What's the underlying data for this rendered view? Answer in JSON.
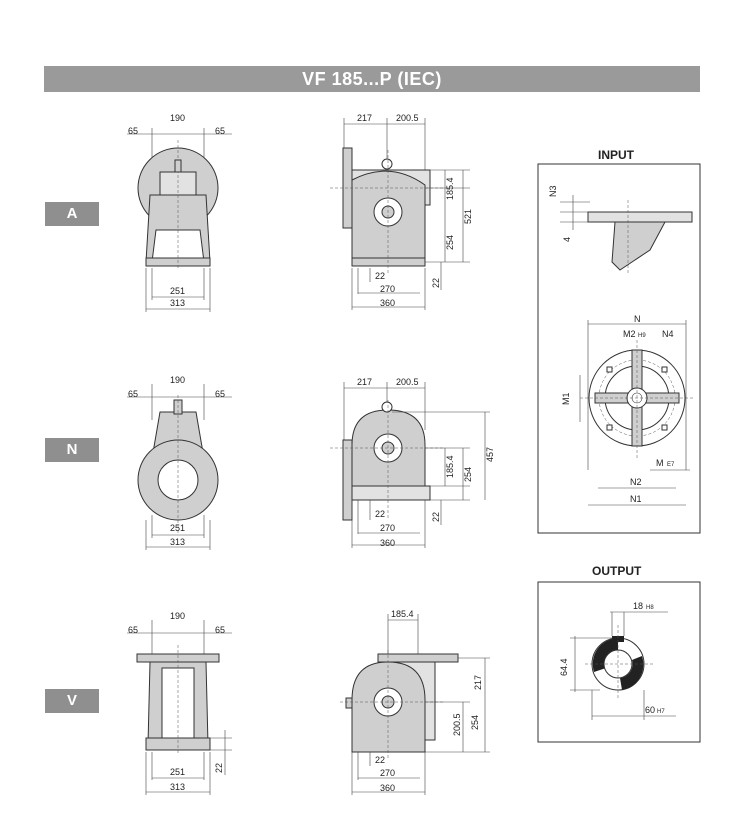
{
  "title": "VF 185...P (IEC)",
  "variants": [
    {
      "id": "A",
      "label": "A"
    },
    {
      "id": "N",
      "label": "N"
    },
    {
      "id": "V",
      "label": "V"
    }
  ],
  "panels": {
    "input_title": "INPUT",
    "output_title": "OUTPUT"
  },
  "dimensions": {
    "front_top_mid": "190",
    "front_top_side": "65",
    "front_base_inner": "251",
    "front_base_outer": "313",
    "side_top_left": "217",
    "side_top_right": "200.5",
    "side_h_185": "185.4",
    "side_h_521": "521",
    "side_h_254": "254",
    "side_h_22": "22",
    "side_b_22": "22",
    "side_b_270": "270",
    "side_b_360": "360",
    "side_h_457": "457",
    "v_top_185": "185.4",
    "v_h_217": "217",
    "v_h_200": "200.5",
    "v_h_254": "254",
    "v_front_22": "22"
  },
  "input_labels": {
    "n3": "N3",
    "four": "4",
    "n": "N",
    "m2": "M2",
    "m2_tol": "H9",
    "n4": "N4",
    "m1": "M1",
    "m": "M",
    "m_tol": "E7",
    "n2": "N2",
    "n1": "N1"
  },
  "output_labels": {
    "key": "18",
    "key_tol": "H8",
    "height": "64.4",
    "bore": "60",
    "bore_tol": "H7"
  },
  "colors": {
    "title_bg": "#9a9a9a",
    "variant_bg": "#8f8f8f"
  }
}
